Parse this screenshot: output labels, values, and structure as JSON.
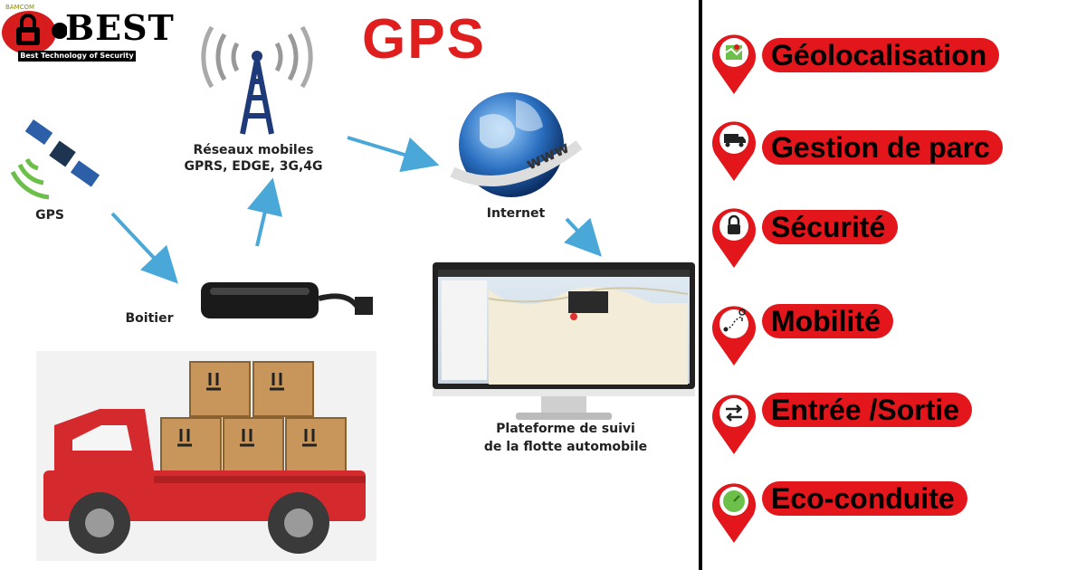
{
  "logo": {
    "brand": "BEST",
    "tagline": "Best Technology of Security",
    "small_text": "BAMCOM"
  },
  "title": "GPS",
  "diagram": {
    "gps_label": "GPS",
    "network_label_line1": "Réseaux mobiles",
    "network_label_line2": "GPRS, EDGE, 3G,4G",
    "internet_label": "Internet",
    "device_label": "Boitier",
    "platform_label_line1": "Plateforme de suivi",
    "platform_label_line2": "de la flotte automobile"
  },
  "features": [
    {
      "label": "Géolocalisation",
      "icon": "map-icon"
    },
    {
      "label": "Gestion de parc",
      "icon": "truck-icon"
    },
    {
      "label": "Sécurité",
      "icon": "lock-icon"
    },
    {
      "label": "Mobilité",
      "icon": "route-icon"
    },
    {
      "label": "Entrée /Sortie",
      "icon": "arrows-exchange-icon"
    },
    {
      "label": "Eco-conduite",
      "icon": "eco-gauge-icon"
    }
  ],
  "colors": {
    "accent_red": "#e3161b",
    "title_red": "#e01e1e",
    "arrow_blue": "#4aa8d8",
    "box_brown": "#c8955a",
    "truck_red": "#d42a2e"
  }
}
